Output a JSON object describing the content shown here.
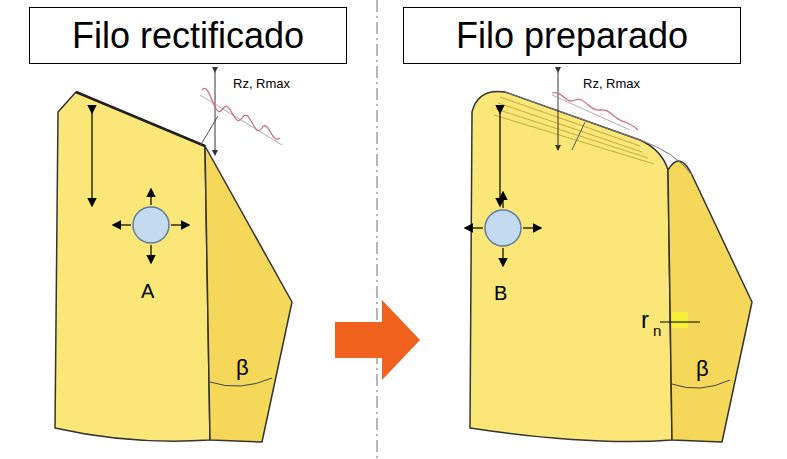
{
  "diagram": {
    "nodes": [
      {
        "text": [
          "Filo rectificado"
        ]
      },
      {
        "text": [
          "Filo preparado"
        ]
      }
    ],
    "labels": [
      "Rz, Rmax",
      "A",
      "β",
      "Rz, Rmax",
      "B",
      "β",
      "r",
      "n"
    ]
  }
}
